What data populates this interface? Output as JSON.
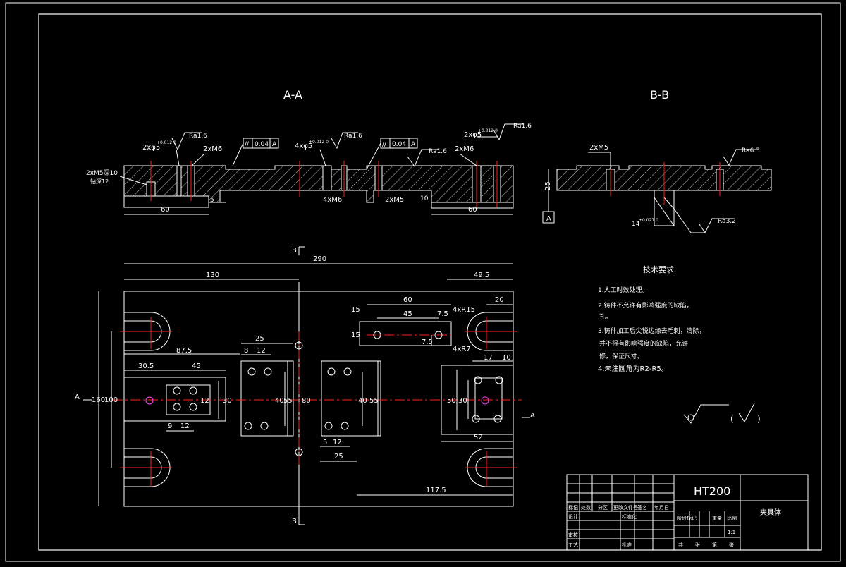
{
  "colors": {
    "background": "#000000",
    "line": "#ffffff",
    "centerline": "#ff2020",
    "hatch": "#ffffff"
  },
  "views": {
    "section_aa_title": "A-A",
    "section_bb_title": "B-B",
    "cut_marker_a": "A",
    "cut_marker_b": "B"
  },
  "section_aa": {
    "callout_left_holes": "2xM5深10",
    "callout_left_holes_sub": "钻深12",
    "callout_pin1": "2xφ5",
    "callout_pin1_tol": "+0.012 0",
    "callout_m6_1": "2xM6",
    "callout_pin2": "4xφ5",
    "callout_pin2_tol": "+0.012 0",
    "callout_pin3": "2xφ5",
    "callout_pin3_tol": "+0.012 0",
    "callout_m6_2": "2xM6",
    "callout_m6_4": "4xM6",
    "callout_m5_2": "2xM5",
    "rough_1": "Ra1.6",
    "rough_2": "Ra1.6",
    "rough_3": "Ra1.6",
    "rough_4": "Ra1.6",
    "fcf1_sym": "//",
    "fcf1_tol": "0.04",
    "fcf1_ref": "A",
    "fcf2_sym": "//",
    "fcf2_tol": "0.04",
    "fcf2_ref": "A",
    "dim_left_60": "60",
    "dim_right_60": "60",
    "dim_5": "5",
    "dim_10": "10"
  },
  "section_bb": {
    "callout_m5": "2xM5",
    "rough_top": "Ra6.3",
    "rough_bottom": "Ra3.2",
    "dim_25": "25",
    "slot_callout": "14",
    "slot_tol": "+0.027 0",
    "datum": "A"
  },
  "plan": {
    "dim_290": "290",
    "dim_130": "130",
    "dim_49_5": "49.5",
    "dim_60": "60",
    "dim_45a": "45",
    "dim_7_5a": "7.5",
    "dim_7_5b": "7.5",
    "dim_15a": "15",
    "dim_15b": "15",
    "dim_4xR15": "4xR15",
    "dim_4xR7": "4xR7",
    "dim_20": "20",
    "dim_87_5": "87.5",
    "dim_25a": "25",
    "dim_8": "8",
    "dim_12a": "12",
    "dim_30_5": "30.5",
    "dim_45b": "45",
    "dim_12b": "12",
    "dim_30a": "30",
    "dim_9": "9",
    "dim_12c": "12",
    "dim_40a": "40",
    "dim_55a": "55",
    "dim_80": "80",
    "dim_40b": "40",
    "dim_55b": "55",
    "dim_5": "5",
    "dim_12d": "12",
    "dim_25b": "25",
    "dim_17": "17",
    "dim_10": "10",
    "dim_50": "50",
    "dim_30b": "30",
    "dim_52": "52",
    "dim_117_5": "117.5",
    "dim_160": "160",
    "dim_100": "100",
    "label_a": "A",
    "label_b": "B"
  },
  "notes": {
    "title": "技术要求",
    "line1": "1.人工时效处理。",
    "line2a": "2.铸件不允许有影响强度的缺陷，",
    "line2b": "孔。",
    "line3a": "3.铸件加工后尖锐边缘去毛刺，清除，",
    "line3b": "并不得有影响强度的缺陷，允许",
    "line3c": "修，保证尺寸。",
    "line4": "4.未注圆角为R2-R5。",
    "roughness_rest": "(",
    "roughness_rest_close": ")"
  },
  "title_block": {
    "material": "HT200",
    "part_name": "夹具体",
    "scale_value": "1:1",
    "h_mark": "标记",
    "h_count": "处数",
    "h_zone": "分区",
    "h_change": "更改文件号",
    "h_sign": "签名",
    "h_date": "年月日",
    "h_design": "设计",
    "h_std": "标准化",
    "h_review": "审核",
    "h_process": "工艺",
    "h_approve": "批准",
    "h_stage": "阶段标记",
    "h_weight": "重量",
    "h_scale": "比例",
    "h_sheet_total": "共",
    "h_sheet": "张",
    "h_sheet_no": "第"
  }
}
